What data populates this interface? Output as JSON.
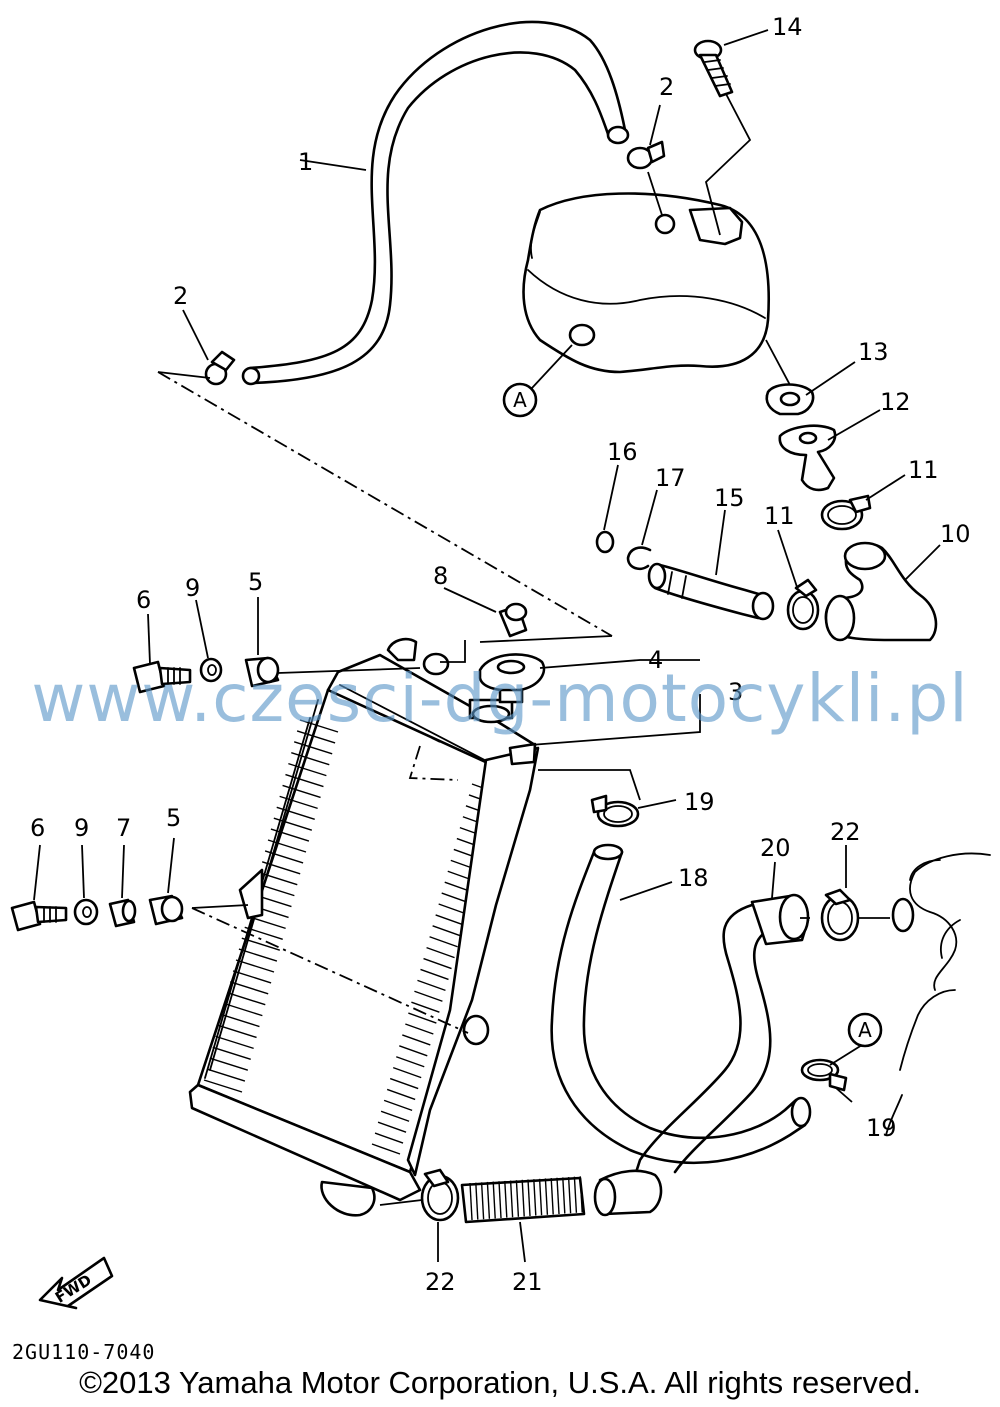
{
  "callouts": {
    "c1": "1",
    "c2a": "2",
    "c2b": "2",
    "c3": "3",
    "c4": "4",
    "c5a": "5",
    "c5b": "5",
    "c6a": "6",
    "c6b": "6",
    "c7": "7",
    "c8": "8",
    "c9a": "9",
    "c9b": "9",
    "c10": "10",
    "c11a": "11",
    "c11b": "11",
    "c12": "12",
    "c13": "13",
    "c14": "14",
    "c15": "15",
    "c16": "16",
    "c17": "17",
    "c18": "18",
    "c19a": "19",
    "c19b": "19",
    "c20": "20",
    "c21": "21",
    "c22a": "22",
    "c22b": "22"
  },
  "connectors": {
    "a1": "A",
    "a2": "A"
  },
  "fwd_label": "FWD",
  "watermark": "www.czesci-dg-motocykli.pl",
  "drawing_code": "2GU110-7040",
  "copyright": "©2013 Yamaha Motor Corporation, U.S.A. All rights reserved."
}
